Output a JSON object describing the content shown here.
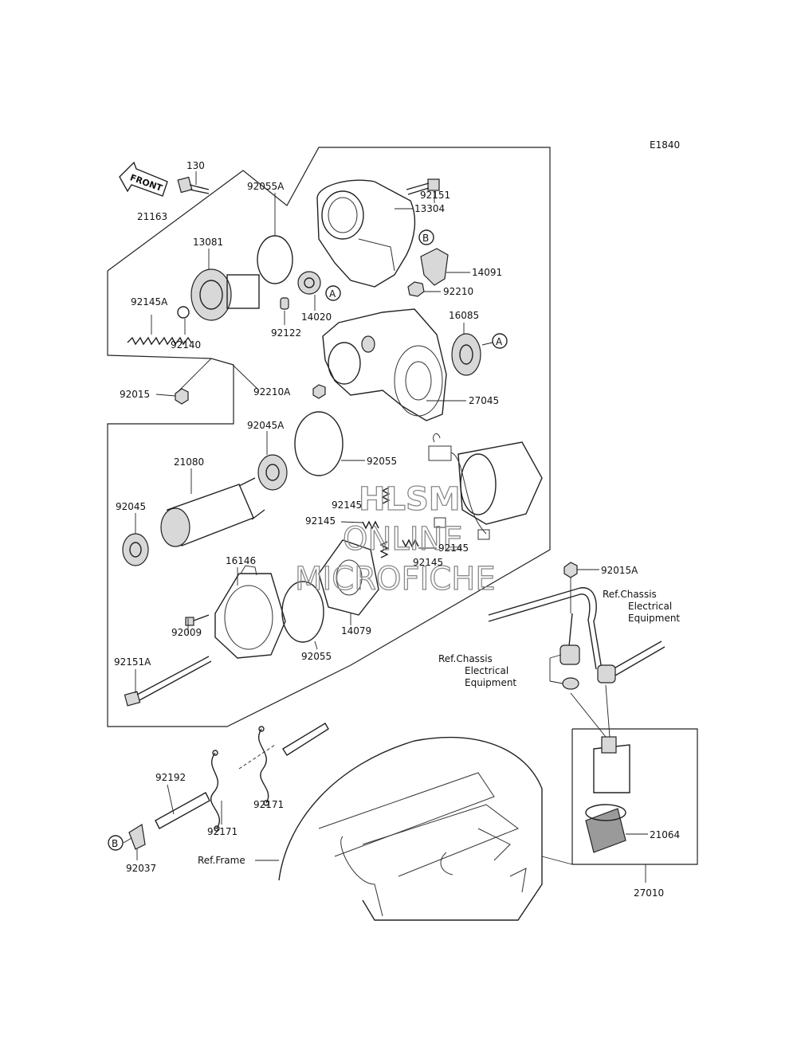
{
  "diagram": {
    "code": "E1840",
    "front_label": "FRONT",
    "labels": {
      "p130": "130",
      "p21163": "21163",
      "p92055A": "92055A",
      "p13081": "13081",
      "p92145A": "92145A",
      "p92140": "92140",
      "p92122": "92122",
      "p14020": "14020",
      "p92151": "92151",
      "p13304": "13304",
      "p14091": "14091",
      "p92210": "92210",
      "p16085": "16085",
      "p92015": "92015",
      "p92210A": "92210A",
      "p27045": "27045",
      "p92045A": "92045A",
      "p92055a": "92055",
      "p21080": "21080",
      "p92045": "92045",
      "p92145a": "92145",
      "p92145b": "92145",
      "p92145c": "92145",
      "p92145d": "92145",
      "p16146": "16146",
      "p92009": "92009",
      "p92055b": "92055",
      "p14079": "14079",
      "p92151A": "92151A",
      "p92015A": "92015A",
      "p92192": "92192",
      "p92171a": "92171",
      "p92171b": "92171",
      "p92037": "92037",
      "p21064": "21064",
      "p27010": "27010"
    },
    "callouts": {
      "a1": "A",
      "a2": "A",
      "b1": "B",
      "b2": "B"
    },
    "refs": {
      "ref1_l1": "Ref.Chassis",
      "ref1_l2": "Electrical",
      "ref1_l3": "Equipment",
      "ref2_l1": "Ref.Chassis",
      "ref2_l2": "Electrical",
      "ref2_l3": "Equipment",
      "frame": "Ref.Frame"
    },
    "watermark": {
      "line1": "HLSM",
      "line2": "ONLINE",
      "line3": "MICROFICHE"
    }
  }
}
